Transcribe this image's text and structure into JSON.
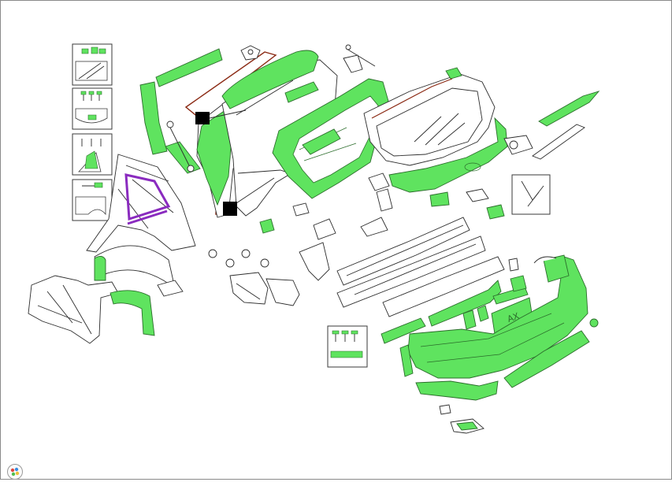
{
  "diagram": {
    "plate_label": "AX",
    "colors": {
      "selected": "#5fe35f",
      "highlight": "#8a2bbf",
      "outline": "#2c2c2c"
    },
    "thumbnails": [
      {
        "id": "rear-quarter-glass-kit",
        "icon": "glass-kit-thumbnail"
      },
      {
        "id": "liftgate-trim-kit",
        "icon": "trim-kit-thumbnail"
      },
      {
        "id": "quarter-glass-screw-kit",
        "icon": "glass-screw-thumbnail"
      },
      {
        "id": "fender-liner-kit",
        "icon": "fender-kit-thumbnail"
      },
      {
        "id": "bumper-molding-kit",
        "icon": "molding-kit-thumbnail"
      }
    ],
    "callouts": [
      "callout-marker-1",
      "callout-marker-2"
    ]
  },
  "widget": {
    "icon": "color-palette-icon"
  }
}
